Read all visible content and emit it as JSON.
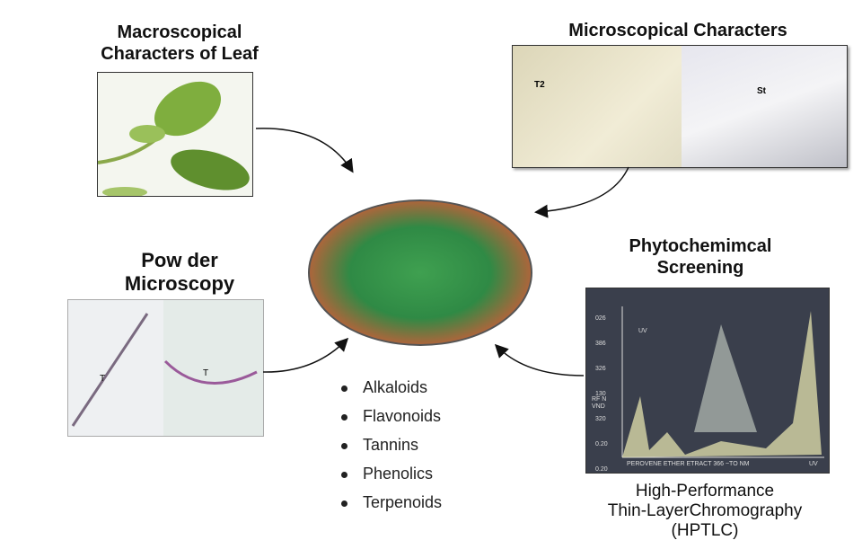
{
  "macro": {
    "line1": "Macroscopical",
    "line2": "Characters of Leaf"
  },
  "micro": {
    "title": "Microscopical Characters",
    "label_left": "T2",
    "label_right": "St"
  },
  "powder": {
    "line1": "Pow der",
    "line2": "Microscopy",
    "label_left": "T",
    "label_right": "T"
  },
  "phyto": {
    "line1": "Phytochemimcal",
    "line2": "Screening"
  },
  "hptlc": {
    "ticks": [
      "026",
      "386",
      "326",
      "130",
      "320",
      "0.20",
      "0.20"
    ],
    "ylabel1": "RF N",
    "ylabel2": "VND",
    "uv_left": "UV",
    "xlabel": "PEROVENE ETHER ETRACT 366 ~TO NM",
    "uv_right": "UV"
  },
  "caption": {
    "line1": "High-Performance",
    "line2": "Thin-LayerChromography",
    "line3": "(HPTLC)"
  },
  "compounds": [
    "Alkaloids",
    "Flavonoids",
    "Tannins",
    "Phenolics",
    "Terpenoids"
  ]
}
